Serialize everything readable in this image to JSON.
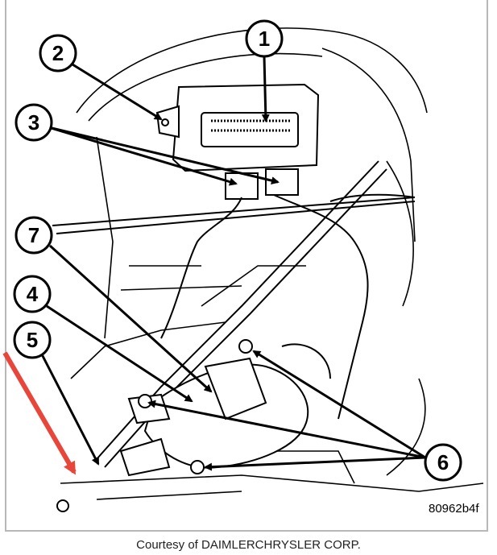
{
  "figure": {
    "code": "80962b4f",
    "caption": "Courtesy of DAIMLERCHRYSLER CORP."
  },
  "callouts": [
    {
      "id": "c1",
      "label": "1"
    },
    {
      "id": "c2",
      "label": "2"
    },
    {
      "id": "c3",
      "label": "3"
    },
    {
      "id": "c4",
      "label": "4"
    },
    {
      "id": "c5",
      "label": "5"
    },
    {
      "id": "c6",
      "label": "6"
    },
    {
      "id": "c7",
      "label": "7"
    }
  ],
  "colors": {
    "line": "#000000",
    "highlight_arrow": "#e8463a",
    "border": "#b8b8b8"
  }
}
